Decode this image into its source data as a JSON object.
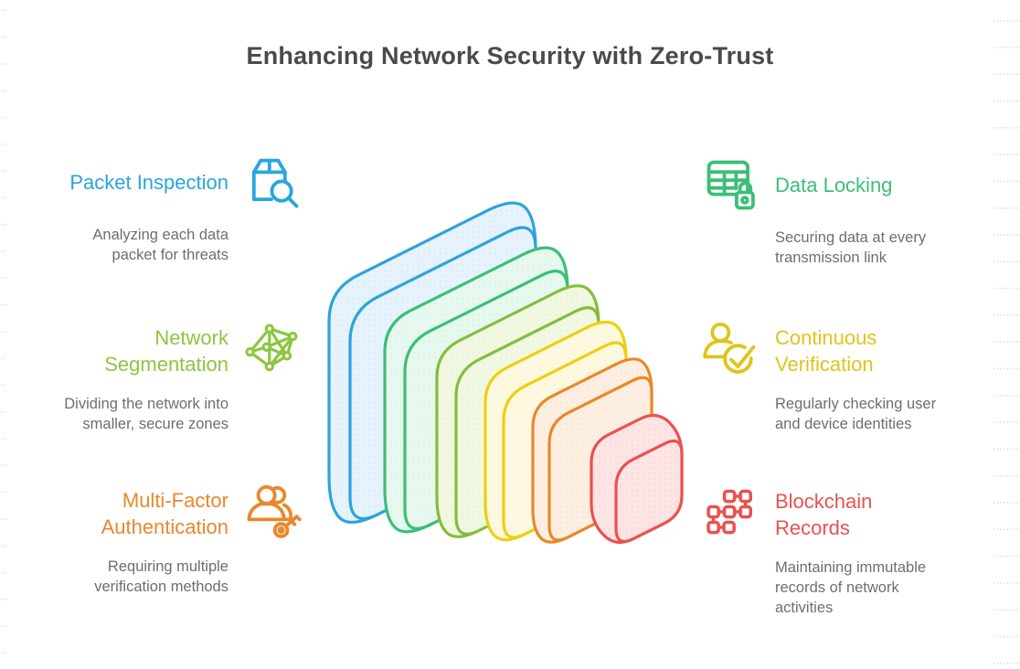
{
  "title": {
    "text": "Enhancing Network Security with Zero-Trust",
    "color": "#4a4a4c"
  },
  "description_color": "#6d6e71",
  "features": {
    "left": [
      {
        "title": "Packet Inspection",
        "description": "Analyzing each data packet for threats",
        "color": "#29a6dd",
        "icon": "package-search-icon"
      },
      {
        "title": "Network Segmentation",
        "description": "Dividing the network into smaller, secure zones",
        "color": "#8dc63f",
        "icon": "network-graph-icon"
      },
      {
        "title": "Multi-Factor Authentication",
        "description": "Requiring multiple verification methods",
        "color": "#e8882e",
        "icon": "users-key-icon"
      }
    ],
    "right": [
      {
        "title": "Data Locking",
        "description": "Securing data at every transmission link",
        "color": "#3cbe77",
        "icon": "table-lock-icon"
      },
      {
        "title": "Continuous Verification",
        "description": "Regularly checking user and device identities",
        "color": "#e0c41a",
        "icon": "user-check-icon"
      },
      {
        "title": "Blockchain Records",
        "description": "Maintaining immutable records of network activities",
        "color": "#e85250",
        "icon": "blockchain-icon"
      }
    ]
  },
  "diagram": {
    "type": "stacked-isometric-rounded-squares",
    "layers": [
      {
        "name": "layer-blue",
        "stroke": "#2ca3db",
        "fill": "#e6f3fc"
      },
      {
        "name": "layer-green",
        "stroke": "#3cbe77",
        "fill": "#e7f9ef"
      },
      {
        "name": "layer-yellow-green",
        "stroke": "#85bc3e",
        "fill": "#f1f8e1"
      },
      {
        "name": "layer-yellow",
        "stroke": "#ecd011",
        "fill": "#fdf9e0"
      },
      {
        "name": "layer-orange",
        "stroke": "#e9872a",
        "fill": "#fcefe1"
      },
      {
        "name": "layer-red",
        "stroke": "#e85250",
        "fill": "#fce5e4"
      }
    ]
  }
}
